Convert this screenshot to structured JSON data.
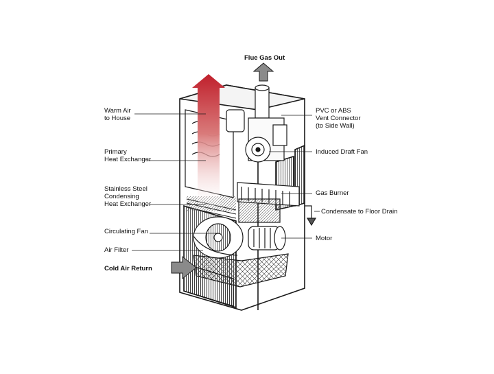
{
  "labels": {
    "flue_gas_out": "Flue Gas Out",
    "warm_air": "Warm Air\nto House",
    "primary_hx": "Primary\nHeat Exchanger",
    "condensing_hx": "Stainless Steel\nCondensing\nHeat Exchanger",
    "circulating_fan": "Circulating Fan",
    "air_filter": "Air Filter",
    "cold_air_return": "Cold Air Return",
    "vent_connector": "PVC or ABS\nVent Connector\n(to Side Wall)",
    "induced_draft_fan": "Induced Draft Fan",
    "gas_burner": "Gas Burner",
    "condensate_drain": "Condensate to Floor Drain",
    "motor": "Motor"
  },
  "colors": {
    "warm_arrow": "#c0202c",
    "line": "#1a1a1a",
    "gray_arrow": "#8a8a8a"
  }
}
